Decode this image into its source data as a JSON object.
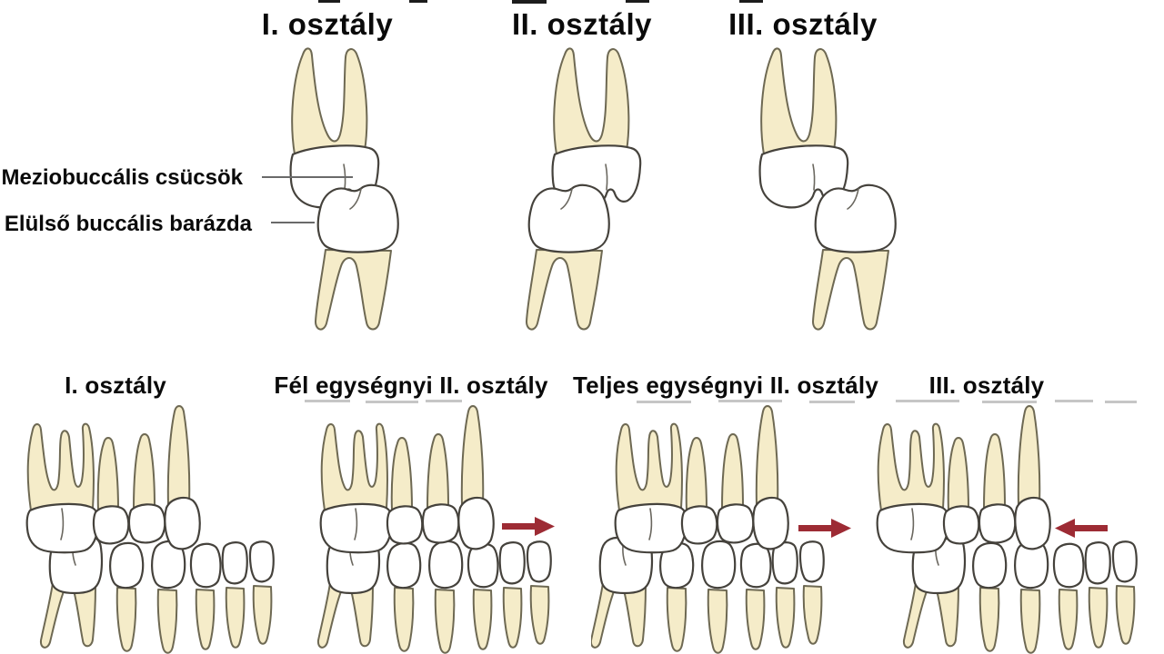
{
  "top_section": {
    "classes": [
      {
        "title": "I. osztály"
      },
      {
        "title": "II. osztály"
      },
      {
        "title": "III. osztály"
      }
    ],
    "annotations": [
      {
        "text": "Meziobuccális csücsök"
      },
      {
        "text": "Elülső buccális barázda"
      }
    ]
  },
  "bottom_section": {
    "classes": [
      {
        "title": "I. osztály",
        "arrow": "none"
      },
      {
        "title": "Fél egységnyi II. osztály",
        "arrow": "right"
      },
      {
        "title": "Teljes egységnyi II. osztály",
        "arrow": "right"
      },
      {
        "title": "III. osztály",
        "arrow": "left"
      }
    ]
  },
  "colors": {
    "background": "#ffffff",
    "text": "#0a0a0a",
    "tooth_root_fill": "#f5ecc9",
    "tooth_root_outline": "#6e6953",
    "tooth_crown_fill": "#ffffff",
    "tooth_crown_outline": "#45423c",
    "annotation_line": "#6a6a6a",
    "arrow": "#9d2b34"
  }
}
